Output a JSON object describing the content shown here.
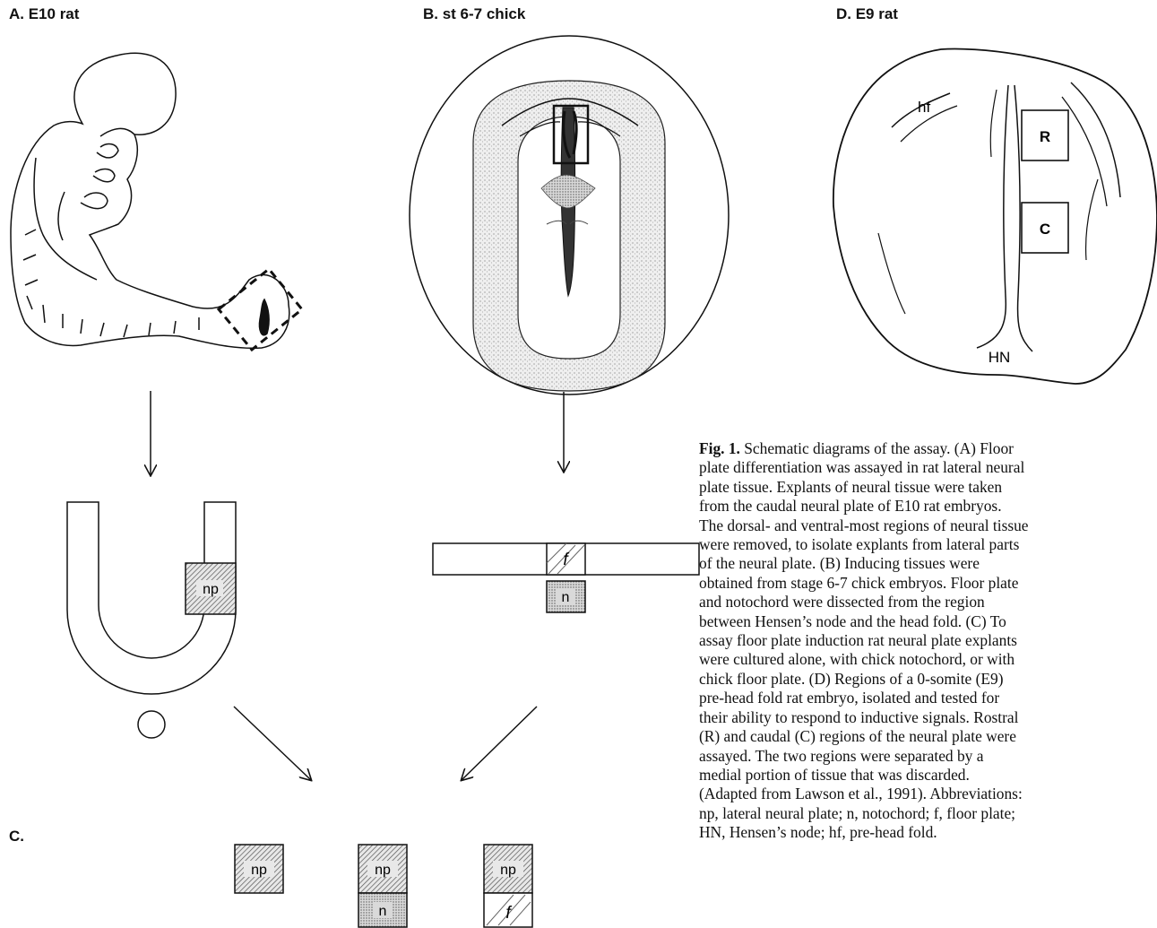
{
  "panels": {
    "a": {
      "label": "A.  E10 rat"
    },
    "b": {
      "label": "B.  st 6-7 chick"
    },
    "c": {
      "label": "C."
    },
    "d": {
      "label": "D.  E9 rat"
    }
  },
  "tissue_labels": {
    "neural_plate": "np",
    "notochord": "n",
    "floor_plate": "f"
  },
  "embryo_labels": {
    "head_fold": "hf",
    "hensens_node": "HN",
    "rostral": "R",
    "caudal": "C"
  },
  "caption": {
    "label": "Fig. 1.",
    "lines": [
      " Schematic diagrams of the assay. (A) Floor",
      "plate differentiation was assayed in rat lateral neural",
      "plate tissue. Explants of neural tissue were taken",
      "from the caudal neural plate of E10 rat embryos.",
      "The dorsal- and ventral-most regions of neural tissue",
      "were removed, to isolate explants from lateral parts",
      "of the neural plate. (B) Inducing tissues were",
      "obtained from stage 6-7 chick embryos. Floor plate",
      "and notochord were dissected from the region",
      "between Hensen’s node and the head fold. (C) To",
      "assay floor plate induction rat neural plate explants",
      "were cultured alone, with chick notochord, or with",
      "chick floor plate. (D) Regions of a 0-somite (E9)",
      "pre-head fold rat embryo, isolated and tested for",
      "their ability to respond to inductive signals. Rostral",
      "(R) and caudal (C) regions of the neural plate were",
      "assayed. The two regions were separated by a",
      "medial portion of tissue that was discarded.",
      "(Adapted from Lawson et al., 1991). Abbreviations:",
      "np, lateral neural plate; n, notochord; f, floor plate;",
      "HN, Hensen’s node; hf, pre-head fold."
    ]
  }
}
